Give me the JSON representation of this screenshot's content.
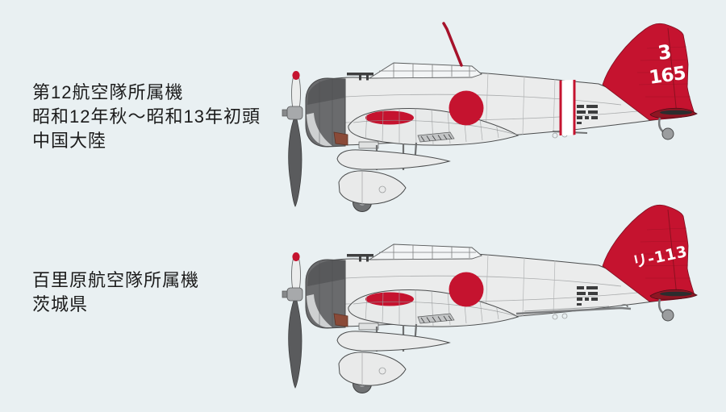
{
  "page": {
    "background_color": "#e9f0f2",
    "kind": "aircraft painting guide illustration"
  },
  "colors": {
    "insignia_red": "#c5132f",
    "dark_red": "#8e1623",
    "cowling_gray": "#6a6b6d",
    "fuselage_gray": "#ebecec",
    "line_gray": "#4b4d4e",
    "exhaust_brown": "#8a4a38",
    "text_black": "#1b1b1b"
  },
  "captions": {
    "top": {
      "line1": "第12航空隊所属機",
      "line2": "昭和12年秋〜昭和13年初頭",
      "line3": "中国大陸"
    },
    "bottom": {
      "line1": "百里原航空隊所属機",
      "line2": "茨城県"
    }
  },
  "aircraft": {
    "top": {
      "tail_code_line1": "3",
      "tail_code_line2": "165",
      "markings": "white fuselage band, red tail, hinomaru, antenna mast"
    },
    "bottom": {
      "tail_code": "リ-113",
      "markings": "red tail, hinomaru, underfuselage rod"
    }
  }
}
